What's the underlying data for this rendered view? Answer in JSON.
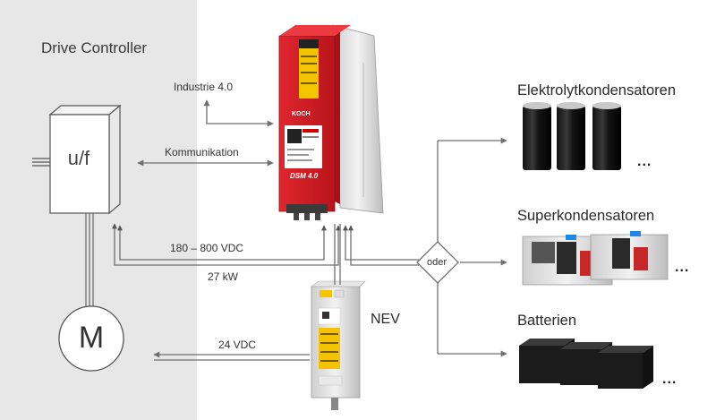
{
  "panel": {
    "title": "Drive Controller"
  },
  "converter": {
    "label": "u/f"
  },
  "motor": {
    "label": "M"
  },
  "links": {
    "industrie": "Industrie 4.0",
    "kommunikation": "Kommunikation",
    "voltage_dc": "180 – 800 VDC",
    "power": "27 kW",
    "voltage_24": "24 VDC"
  },
  "devices": {
    "dsm_brand": "KOCH",
    "dsm_model": "DSM 4.0",
    "nev_label": "NEV"
  },
  "junction": {
    "label": "oder"
  },
  "storage": {
    "elektrolyt": "Elektrolytkondensatoren",
    "super": "Superkondensatoren",
    "batterien": "Batterien",
    "ellipsis": "..."
  },
  "colors": {
    "panel": "#e7e7e7",
    "lines": "#6f6f6f",
    "device_red": "#d81f27",
    "warning_yellow": "#f5c400"
  }
}
